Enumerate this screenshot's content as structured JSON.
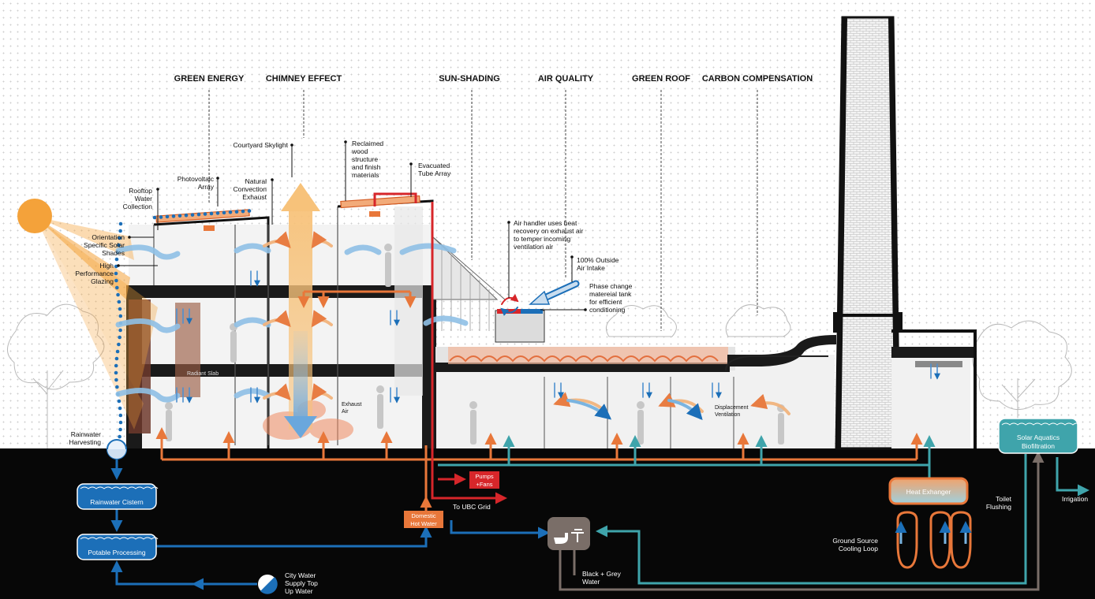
{
  "themes": [
    "GREEN ENERGY",
    "CHIMNEY EFFECT",
    "SUN-SHADING",
    "AIR QUALITY",
    "GREEN ROOF",
    "CARBON COMPENSATION"
  ],
  "labels": {
    "courtyard_skylight": "Courtyard Skylight",
    "photovoltaic": [
      "Photovoltaic",
      "Array"
    ],
    "natural_convection": [
      "Natural",
      "Convection",
      "Exhaust"
    ],
    "rooftop_water": [
      "Rooftop",
      "Water",
      "Collection"
    ],
    "reclaimed_wood": [
      "Reclaimed",
      "wood",
      "structure",
      "and finish",
      "materials"
    ],
    "evacuated_tube": [
      "Evacuated",
      "Tube Array"
    ],
    "air_handler": [
      "Air handler uses heat",
      "recovery on exhaust air",
      "to temper incoming",
      "ventilation air"
    ],
    "outside_air": [
      "100% Outside",
      "Air Intake"
    ],
    "phase_change": [
      "Phase change",
      "matereial tank",
      "for efficient",
      "conditioning"
    ],
    "solar_shades": [
      "Orientation",
      "Specific Solar",
      "Shades"
    ],
    "glazing": [
      "High",
      "Performance",
      "Glazing"
    ],
    "radiant_slab": "Radiant Slab",
    "exhaust_air": [
      "Exhaust",
      "Air"
    ],
    "displacement": [
      "Displacement",
      "Ventilation"
    ],
    "rainwater_harvesting": [
      "Rainwater",
      "Harvesting"
    ],
    "to_ubc_grid": "To UBC Grid",
    "toilet_flushing": [
      "Toilet",
      "Flushing"
    ],
    "irrigation": "Irrigation",
    "ground_source": [
      "Ground Source",
      "Cooling Loop"
    ],
    "black_grey_water": [
      "Black + Grey",
      "Water"
    ],
    "city_water": [
      "City Water",
      "Supply Top",
      "Up Water"
    ]
  },
  "boxes": {
    "rainwater_cistern": "Rainwater Cistern",
    "potable_processing": "Potable Processing",
    "domestic_hot_water": [
      "Domestic",
      "Hot Water"
    ],
    "pumps_fans": [
      "Pumps",
      "+Fans"
    ],
    "heat_exchanger": "Heat Exhanger",
    "solar_aquatics": [
      "Solar Aquatics",
      "Biofiltration"
    ]
  },
  "colors": {
    "ground": "#070707",
    "blue": "#1c6fb8",
    "orange": "#e8773a",
    "red": "#d7262a",
    "teal": "#3fa4ab",
    "grey": "#7a6e68",
    "sun": "#f4a23a"
  },
  "icons": [
    "sun-icon",
    "city-water-meter-icon",
    "toilet-tap-icon",
    "chimney-stack"
  ]
}
